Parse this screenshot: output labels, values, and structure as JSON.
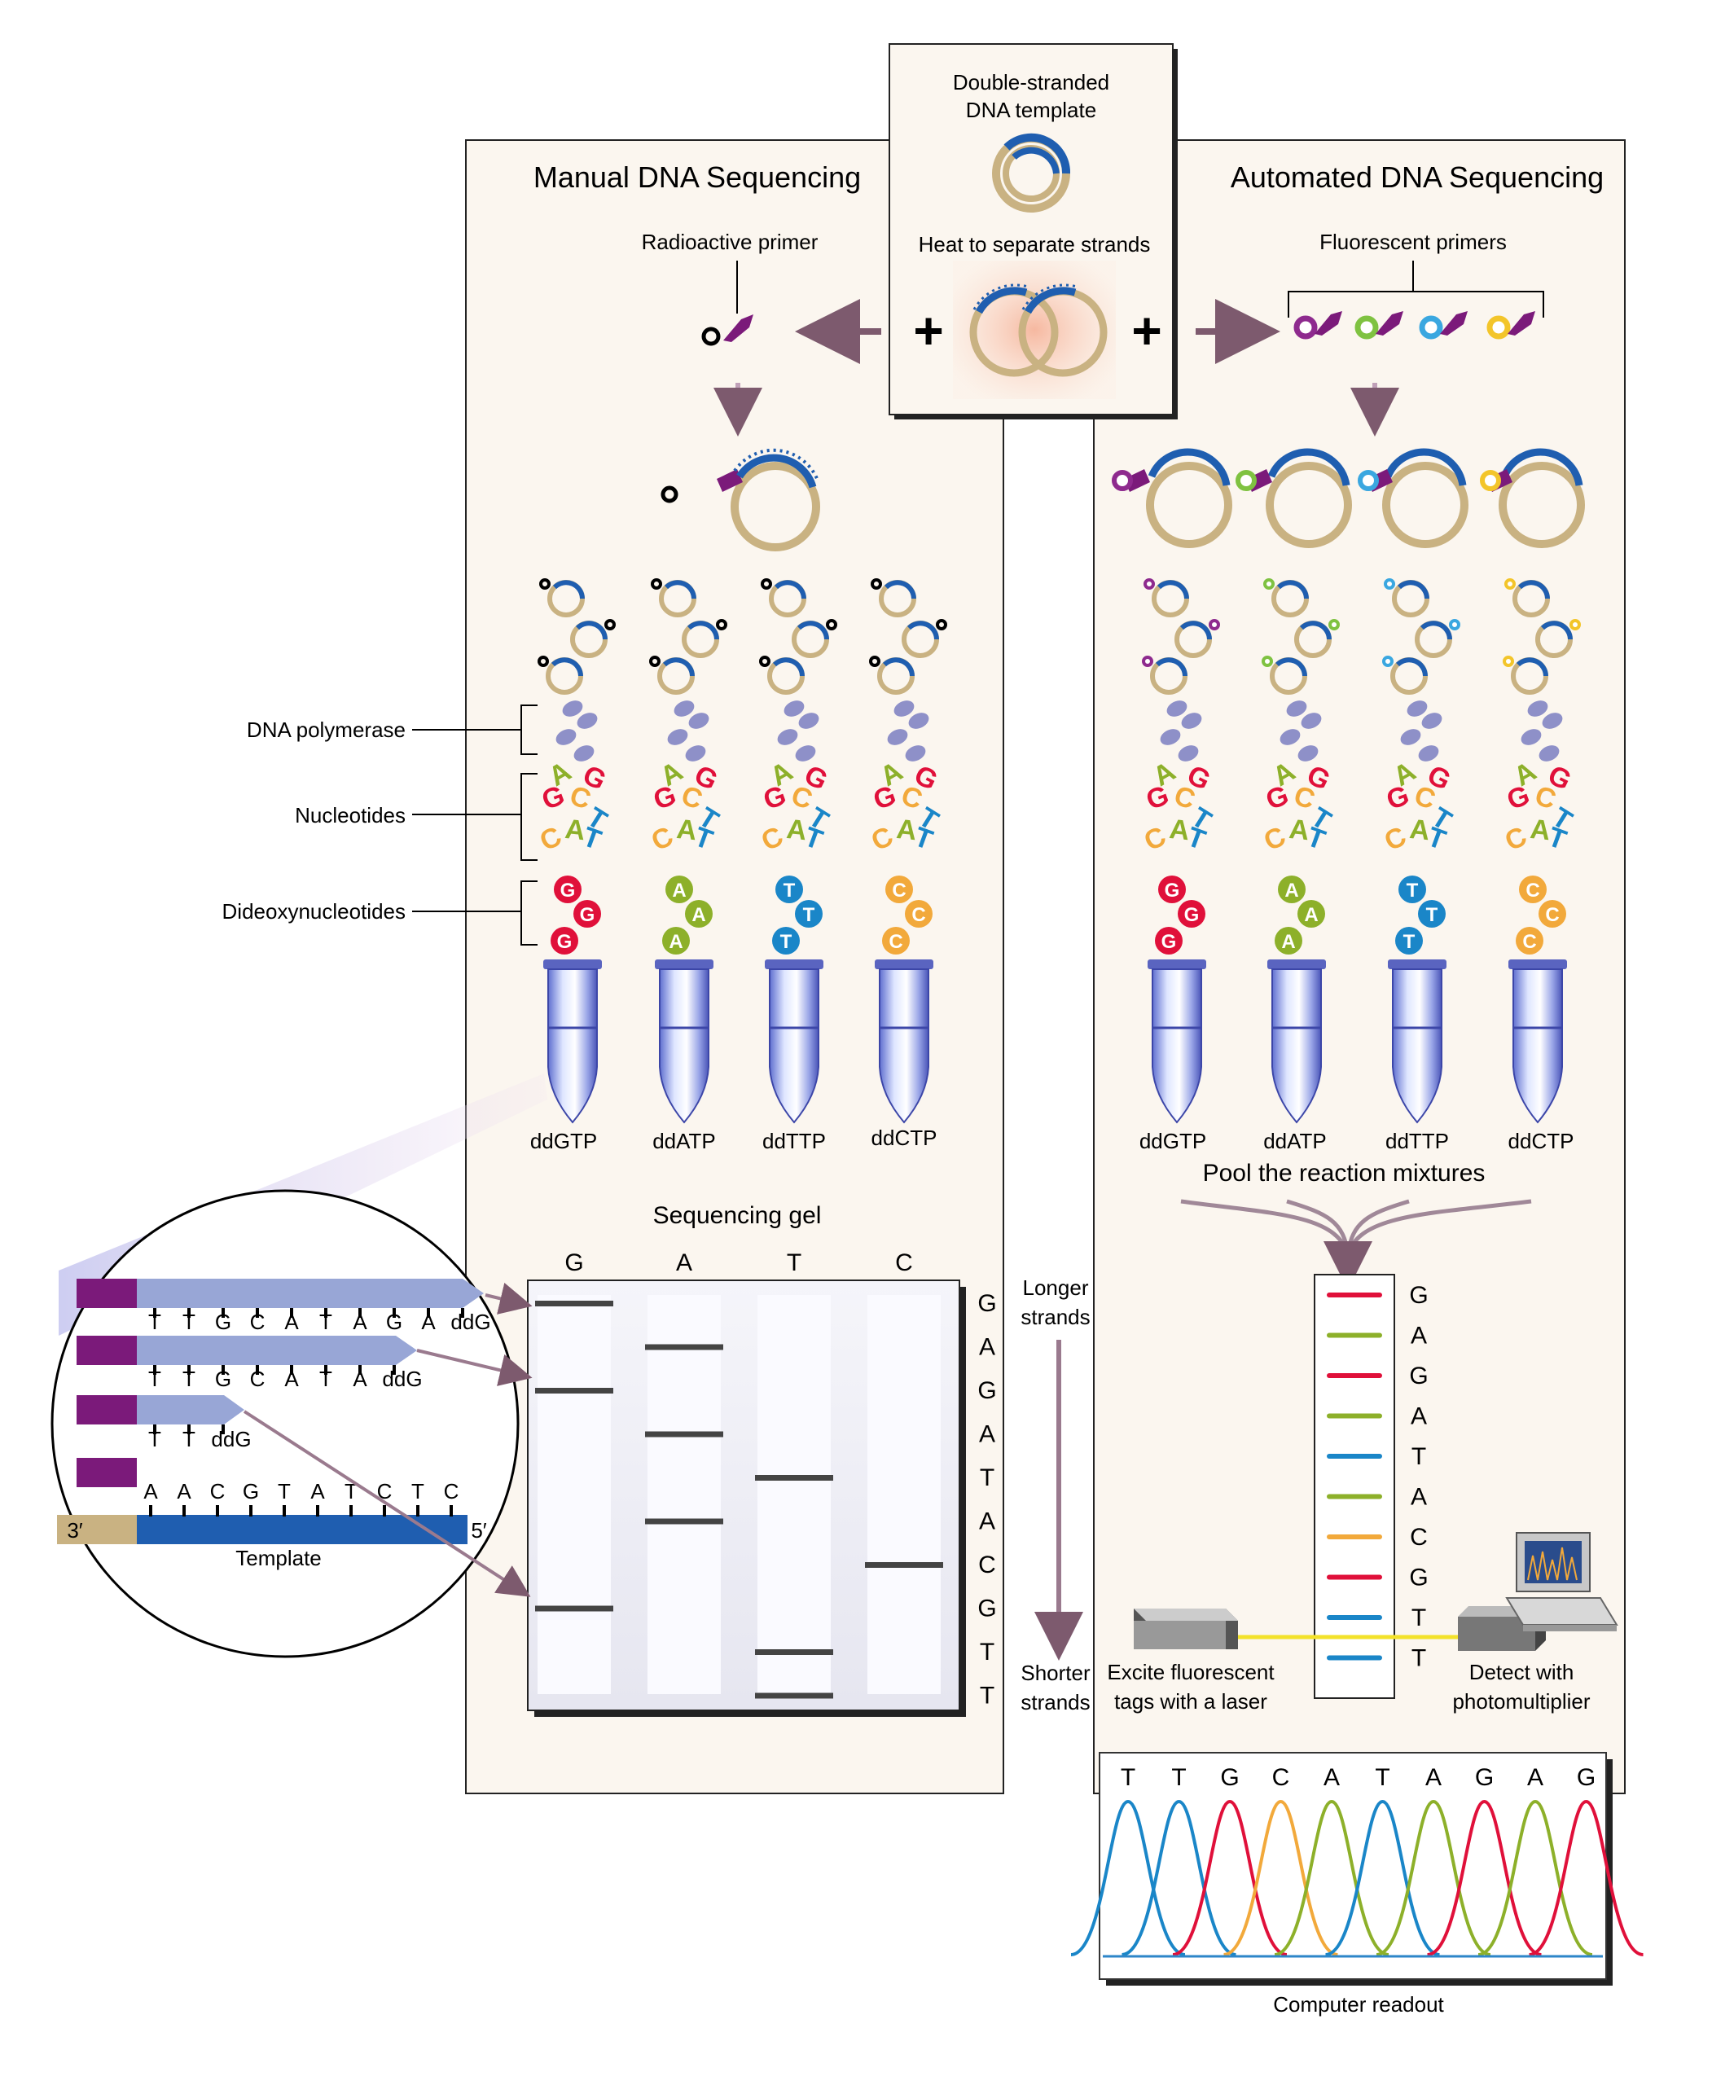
{
  "top_box": {
    "title_line1": "Double-stranded",
    "title_line2": "DNA template",
    "heat_label": "Heat to separate strands"
  },
  "manual": {
    "title": "Manual DNA Sequencing",
    "primer_label": "Radioactive primer",
    "tube_labels": [
      "ddGTP",
      "ddATP",
      "ddTTP",
      "ddCTP"
    ]
  },
  "automated": {
    "title": "Automated DNA Sequencing",
    "primer_label": "Fluorescent primers",
    "tube_labels": [
      "ddGTP",
      "ddATP",
      "ddTTP",
      "ddCTP"
    ],
    "pool_label": "Pool the reaction mixtures",
    "excite_line1": "Excite fluorescent",
    "excite_line2": "tags with a laser",
    "detect_line1": "Detect with",
    "detect_line2": "photomultiplier",
    "column_bases": [
      "G",
      "A",
      "G",
      "A",
      "T",
      "A",
      "C",
      "G",
      "T",
      "T"
    ],
    "readout_bases": [
      "T",
      "T",
      "G",
      "C",
      "A",
      "T",
      "A",
      "G",
      "A",
      "G"
    ],
    "readout_label": "Computer readout"
  },
  "reagents": {
    "polymerase": "DNA polymerase",
    "nucleotides": "Nucleotides",
    "dideoxy": "Dideoxynucleotides"
  },
  "gel": {
    "title": "Sequencing gel",
    "lanes": [
      "G",
      "A",
      "T",
      "C"
    ],
    "sequence": [
      "G",
      "A",
      "G",
      "A",
      "T",
      "A",
      "C",
      "G",
      "T",
      "T"
    ],
    "longer_line1": "Longer",
    "longer_line2": "strands",
    "shorter_line1": "Shorter",
    "shorter_line2": "strands"
  },
  "inset": {
    "strand1": [
      "T",
      "T",
      "G",
      "C",
      "A",
      "T",
      "A",
      "G",
      "A",
      "ddG"
    ],
    "strand2": [
      "T",
      "T",
      "G",
      "C",
      "A",
      "T",
      "A",
      "ddG"
    ],
    "strand3": [
      "T",
      "T",
      "ddG"
    ],
    "template_bases": [
      "A",
      "A",
      "C",
      "G",
      "T",
      "A",
      "T",
      "C",
      "T",
      "C"
    ],
    "end3": "3′",
    "end5": "5′",
    "template_label": "Template"
  },
  "colors": {
    "G": "#e0103a",
    "A": "#8db02a",
    "T": "#1a86c8",
    "C": "#f2a93b",
    "purple": "#7b1a7a",
    "tan": "#c9b282",
    "blue": "#1f5eb0",
    "panel": "#fbf6ef"
  }
}
